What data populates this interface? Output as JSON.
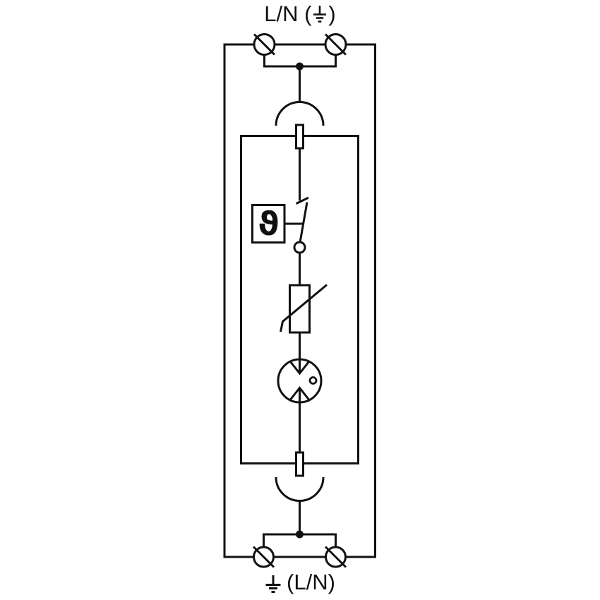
{
  "diagram": {
    "labels": {
      "top_pre": "L/N (",
      "top_post": ")",
      "bottom_text": "(L/N)"
    },
    "thermal_symbol": "ϑ",
    "symbols": [
      "screw-terminal",
      "earth-ground",
      "plug-in-contact-arc",
      "module-contact-pin",
      "thermal-disconnector",
      "disconnect-switch",
      "varistor",
      "gas-discharge-tube"
    ],
    "colors": {
      "line": "#111111",
      "background": "#ffffff"
    }
  }
}
